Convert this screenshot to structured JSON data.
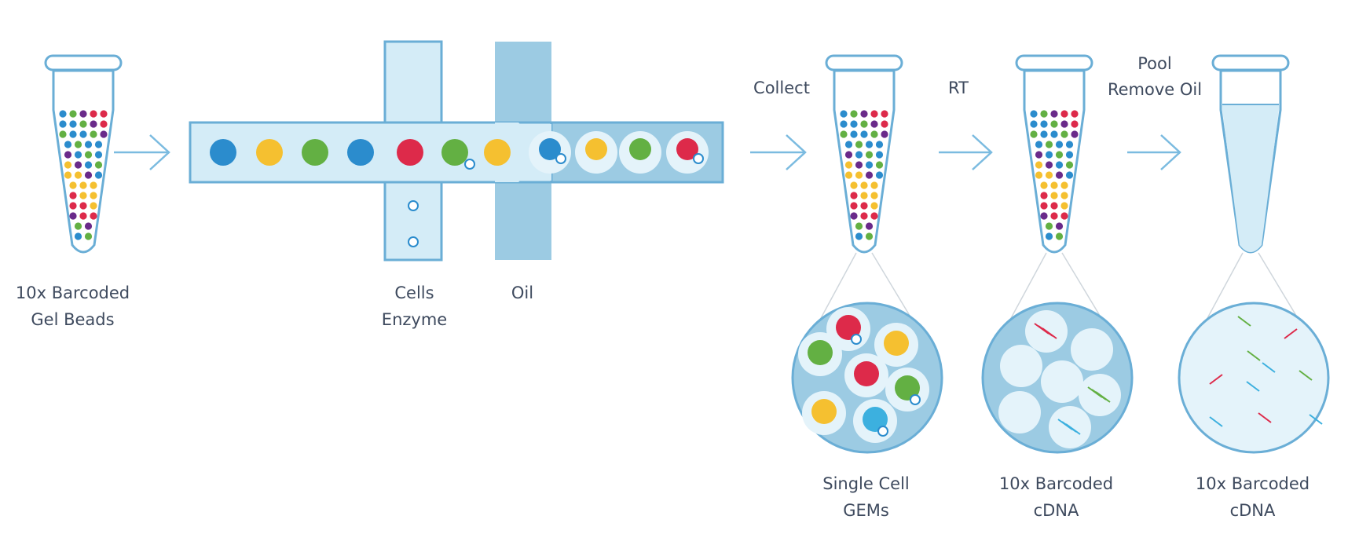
{
  "labels": {
    "gel_beads": [
      "10x Barcoded",
      "Gel Beads"
    ],
    "cells": [
      "Cells",
      "Enzyme"
    ],
    "oil": "Oil",
    "single_cell": [
      "Single Cell",
      "GEMs"
    ],
    "cdna_rt": [
      "10x Barcoded",
      "cDNA"
    ],
    "cdna_pool": [
      "10x Barcoded",
      "cDNA"
    ]
  },
  "steps": {
    "collect": "Collect",
    "rt": "RT",
    "pool": [
      "Pool",
      "Remove Oil"
    ]
  },
  "colors": {
    "blue": "#2b8ccd",
    "yellow": "#f5c030",
    "green": "#63b043",
    "red": "#dd2a4a",
    "purple": "#6a2a8a",
    "cyan": "#3cb0df",
    "channel_light": "#d4ecf7",
    "channel_oil": "#9ccbe3",
    "outline": "#6aaed6",
    "arrow": "#7bbbe0",
    "text": "#3e4a5e"
  }
}
